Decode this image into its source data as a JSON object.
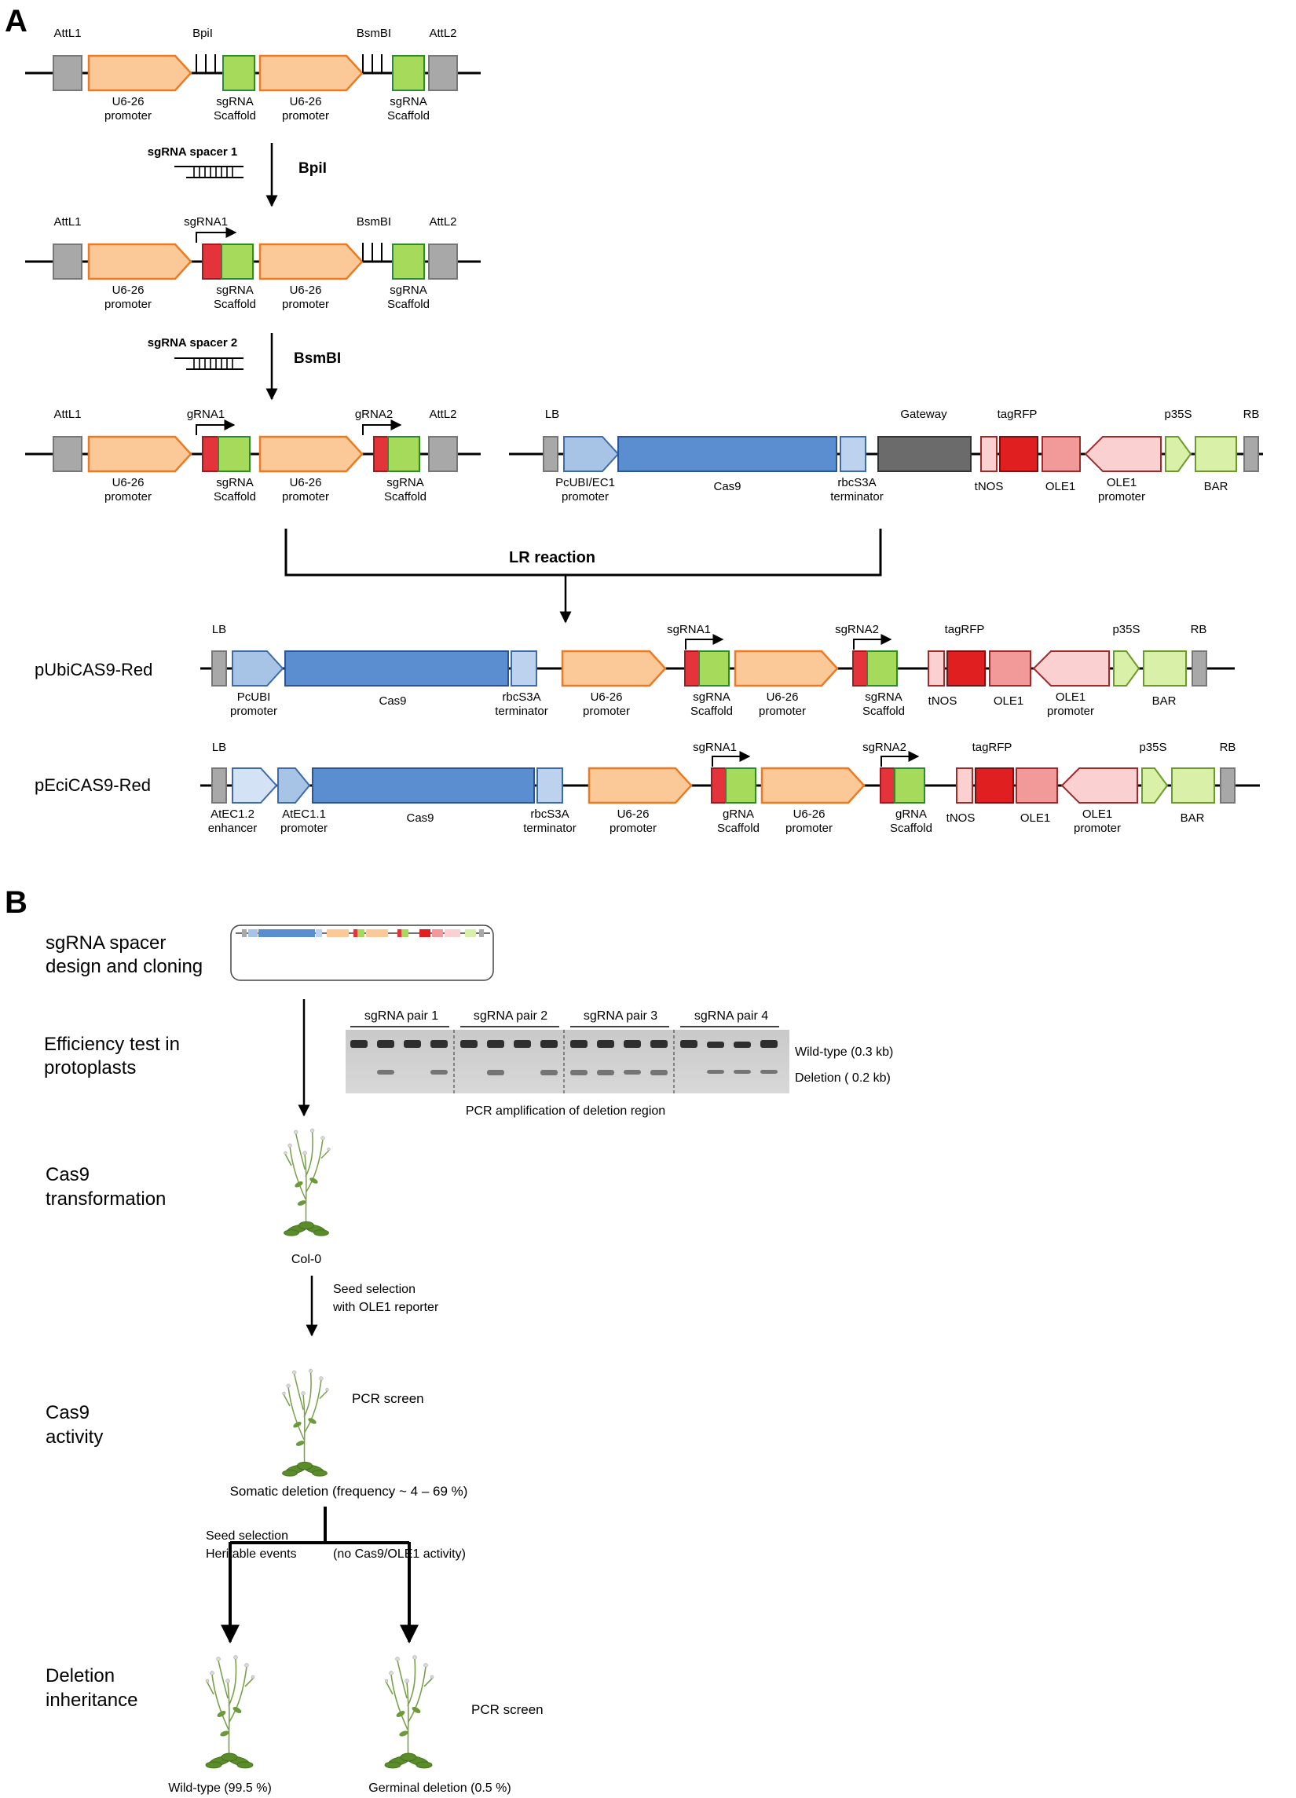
{
  "panel_a": {
    "letter": "A",
    "row1": {
      "attl1": "AttL1",
      "bpil": "BpiI",
      "bsmbi": "BsmBI",
      "attl2": "AttL2",
      "prom1": [
        "U6-26",
        "promoter"
      ],
      "scaf1": [
        "sgRNA",
        "Scaffold"
      ],
      "prom2": [
        "U6-26",
        "promoter"
      ],
      "scaf2": [
        "sgRNA",
        "Scaffold"
      ]
    },
    "step1": {
      "spacer": "sgRNA spacer 1",
      "enzyme": "BpiI"
    },
    "row2": {
      "attl1": "AttL1",
      "sgrna1": "sgRNA1",
      "bsmbi": "BsmBI",
      "attl2": "AttL2",
      "prom1": [
        "U6-26",
        "promoter"
      ],
      "scaf1": [
        "sgRNA",
        "Scaffold"
      ],
      "prom2": [
        "U6-26",
        "promoter"
      ],
      "scaf2": [
        "sgRNA",
        "Scaffold"
      ]
    },
    "step2": {
      "spacer": "sgRNA spacer 2",
      "enzyme": "BsmBI"
    },
    "row3": {
      "attl1": "AttL1",
      "grna1": "gRNA1",
      "grna2": "gRNA2",
      "attl2": "AttL2",
      "prom1": [
        "U6-26",
        "promoter"
      ],
      "scaf1": [
        "sgRNA",
        "Scaffold"
      ],
      "prom2": [
        "U6-26",
        "promoter"
      ],
      "scaf2": [
        "sgRNA",
        "Scaffold"
      ]
    },
    "dest": {
      "lb": "LB",
      "gateway": "Gateway",
      "tagrfp": "tagRFP",
      "p35s": "p35S",
      "rb": "RB",
      "pcubi": [
        "PcUBI/EC1",
        "promoter"
      ],
      "cas9": "Cas9",
      "rbcs": [
        "rbcS3A",
        "terminator"
      ],
      "tnos": "tNOS",
      "ole1": "OLE1",
      "ole1p": [
        "OLE1",
        "promoter"
      ],
      "bar": "BAR"
    },
    "lr": "LR reaction",
    "pubi": {
      "name": "pUbiCAS9-Red",
      "lb": "LB",
      "sgrna1": "sgRNA1",
      "sgrna2": "sgRNA2",
      "tagrfp": "tagRFP",
      "p35s": "p35S",
      "rb": "RB",
      "pcubi": [
        "PcUBI",
        "promoter"
      ],
      "cas9": "Cas9",
      "rbcs": [
        "rbcS3A",
        "terminator"
      ],
      "u61": [
        "U6-26",
        "promoter"
      ],
      "scaf1": [
        "sgRNA",
        "Scaffold"
      ],
      "u62": [
        "U6-26",
        "promoter"
      ],
      "scaf2": [
        "sgRNA",
        "Scaffold"
      ],
      "tnos": "tNOS",
      "ole1": "OLE1",
      "ole1p": [
        "OLE1",
        "promoter"
      ],
      "bar": "BAR"
    },
    "peci": {
      "name": "pEciCAS9-Red",
      "lb": "LB",
      "sgrna1": "sgRNA1",
      "sgrna2": "sgRNA2",
      "tagrfp": "tagRFP",
      "p35s": "p35S",
      "rb": "RB",
      "enh": [
        "AtEC1.2",
        "enhancer"
      ],
      "prom": [
        "AtEC1.1",
        "promoter"
      ],
      "cas9": "Cas9",
      "rbcs": [
        "rbcS3A",
        "terminator"
      ],
      "u61": [
        "U6-26",
        "promoter"
      ],
      "scaf1": [
        "gRNA",
        "Scaffold"
      ],
      "u62": [
        "U6-26",
        "promoter"
      ],
      "scaf2": [
        "gRNA",
        "Scaffold"
      ],
      "tnos": "tNOS",
      "ole1": "OLE1",
      "ole1p": [
        "OLE1",
        "promoter"
      ],
      "bar": "BAR"
    }
  },
  "panel_b": {
    "letter": "B",
    "step1": [
      "sgRNA spacer",
      "design and cloning"
    ],
    "step2": [
      "Efficiency test in",
      "protoplasts"
    ],
    "gel": {
      "pairs": [
        "sgRNA pair 1",
        "sgRNA pair 2",
        "sgRNA pair 3",
        "sgRNA pair 4"
      ],
      "wt": "Wild-type (0.3 kb)",
      "del": "Deletion ( 0.2 kb)",
      "caption": "PCR amplification of deletion region"
    },
    "step3": [
      "Cas9",
      "transformation"
    ],
    "col0": "Col-0",
    "seed_sel": [
      "Seed selection",
      "with OLE1 reporter"
    ],
    "step4": [
      "Cas9",
      "activity"
    ],
    "pcr1": "PCR screen",
    "somatic": "Somatic deletion (frequency  ~ 4 – 69 %)",
    "heritable": [
      "Seed  selection",
      "Heritable events"
    ],
    "no_activity": "(no Cas9/OLE1  activity)",
    "step5": [
      "Deletion",
      "inheritance"
    ],
    "pcr2": "PCR screen",
    "wt_label": "Wild-type  (99.5 %)",
    "germ_label": "Germinal deletion  (0.5 %)"
  }
}
